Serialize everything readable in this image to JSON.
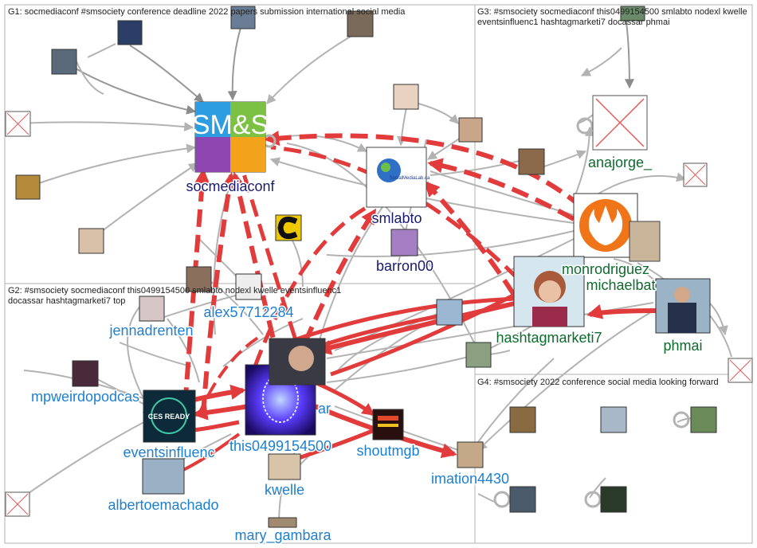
{
  "groups": [
    {
      "id": "G1",
      "label": "G1: socmediaconf #smsociety conference deadline 2022 papers submission international social media"
    },
    {
      "id": "G2",
      "label": "G2: #smsociety socmediaconf this0499154500 smlabto nodexl kwelle eventsinfluenc1 docassar hashtagmarketi7 top"
    },
    {
      "id": "G3",
      "label": "G3: #smsociety socmediaconf this0499154500 smlabto nodexl kwelle eventsinfluenc1 hashtagmarketi7 docassar phmai"
    },
    {
      "id": "G4",
      "label": "G4: #smsociety 2022 conference social media looking forward"
    }
  ],
  "colors": {
    "g1_label": "#1a1a6e",
    "g2_label": "#1e7fd0",
    "g3_label": "#0e6b2e",
    "edge_gray": "#b3b3b3",
    "edge_red": "#e23b3b",
    "border": "#b0b0b0"
  },
  "labeled_nodes": [
    {
      "id": "socmediaconf",
      "label": "socmediaconf",
      "group": "G1"
    },
    {
      "id": "smlabto",
      "label": "smlabto",
      "group": "G1"
    },
    {
      "id": "barron00",
      "label": "barron00",
      "group": "G1"
    },
    {
      "id": "anajorge",
      "label": "anajorge_",
      "group": "G3"
    },
    {
      "id": "monrodriguez",
      "label": "monrodriguez",
      "group": "G3"
    },
    {
      "id": "michaelbat",
      "label": "michaelbat",
      "group": "G3"
    },
    {
      "id": "hashtagmarketi7",
      "label": "hashtagmarketi7",
      "group": "G3"
    },
    {
      "id": "phmai",
      "label": "phmai",
      "group": "G3"
    },
    {
      "id": "alex57712284",
      "label": "alex57712284",
      "group": "G2"
    },
    {
      "id": "jennadrenten",
      "label": "jennadrenten",
      "group": "G2"
    },
    {
      "id": "mpweirdopodcast",
      "label": "mpweirdopodcas",
      "group": "G2"
    },
    {
      "id": "eventsinfluenc1",
      "label": "eventsinfluenc",
      "group": "G2"
    },
    {
      "id": "this0499154500",
      "label": "this0499154500",
      "group": "G2"
    },
    {
      "id": "docassar",
      "label": "ar",
      "group": "G2"
    },
    {
      "id": "shoutmgb",
      "label": "shoutmgb",
      "group": "G2"
    },
    {
      "id": "kwelle",
      "label": "kwelle",
      "group": "G2"
    },
    {
      "id": "imation4430",
      "label": "imation4430",
      "group": "G2"
    },
    {
      "id": "albertoemachado",
      "label": "albertoemachado",
      "group": "G2"
    },
    {
      "id": "mary_gambara",
      "label": "mary_gambara",
      "group": "G2"
    }
  ],
  "logo_text": {
    "socmediaconf_logo": "SM&S",
    "smlabto_logo": "SocialMediaLab.ca",
    "eventsinfluenc1_logo": "CES READY"
  }
}
